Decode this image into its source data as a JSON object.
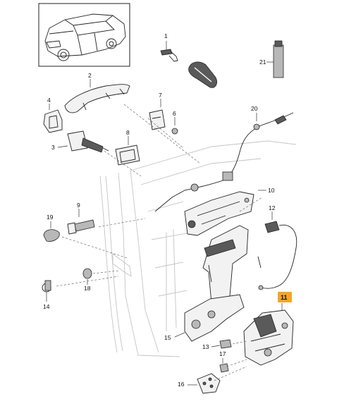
{
  "diagram": {
    "highlight_color": "#f5a623",
    "callouts": [
      {
        "id": "c1",
        "label": "1"
      },
      {
        "id": "c2",
        "label": "2"
      },
      {
        "id": "c3",
        "label": "3"
      },
      {
        "id": "c4",
        "label": "4"
      },
      {
        "id": "c6",
        "label": "6"
      },
      {
        "id": "c7",
        "label": "7"
      },
      {
        "id": "c8",
        "label": "8"
      },
      {
        "id": "c9",
        "label": "9"
      },
      {
        "id": "c10",
        "label": "10"
      },
      {
        "id": "c11",
        "label": "11",
        "highlighted": true
      },
      {
        "id": "c12",
        "label": "12"
      },
      {
        "id": "c13",
        "label": "13"
      },
      {
        "id": "c14",
        "label": "14"
      },
      {
        "id": "c15",
        "label": "15"
      },
      {
        "id": "c16",
        "label": "16"
      },
      {
        "id": "c17",
        "label": "17"
      },
      {
        "id": "c18",
        "label": "18"
      },
      {
        "id": "c19",
        "label": "19"
      },
      {
        "id": "c20",
        "label": "20"
      },
      {
        "id": "c21",
        "label": "21"
      }
    ]
  }
}
